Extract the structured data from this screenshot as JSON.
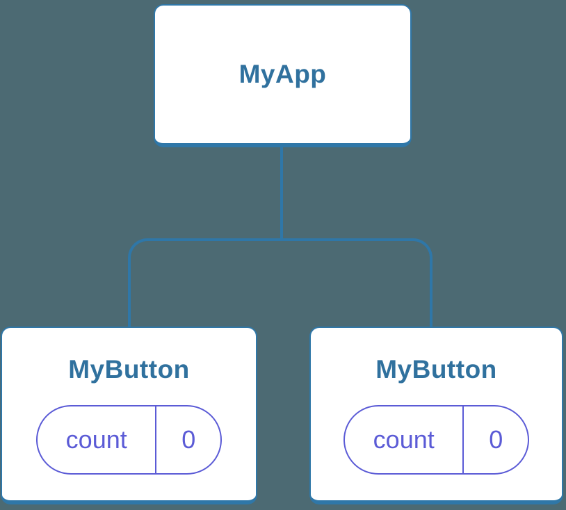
{
  "diagram": {
    "type": "component-tree",
    "colors": {
      "background": "#4C6A73",
      "node_background": "#FFFFFF",
      "node_border": "#2F77A8",
      "node_title_text": "#30719E",
      "connector": "#2F77A8",
      "state_accent": "#5B5BD6"
    },
    "tree": {
      "root": {
        "label": "MyApp"
      },
      "children": [
        {
          "label": "MyButton",
          "state": {
            "key": "count",
            "value": "0"
          }
        },
        {
          "label": "MyButton",
          "state": {
            "key": "count",
            "value": "0"
          }
        }
      ]
    }
  }
}
